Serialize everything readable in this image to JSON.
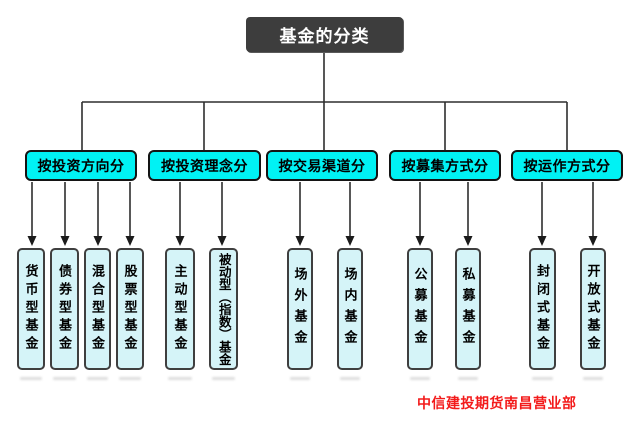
{
  "title": "基金的分类",
  "groups": [
    {
      "label": "按投资方向分",
      "leaves": [
        "货币型基金",
        "债券型基金",
        "混合型基金",
        "股票型基金"
      ]
    },
    {
      "label": "按投资理念分",
      "leaves": [
        "主动型基金",
        "被动型（指数）基金"
      ]
    },
    {
      "label": "按交易渠道分",
      "leaves": [
        "场外基金",
        "场内基金"
      ]
    },
    {
      "label": "按募集方式分",
      "leaves": [
        "公募基金",
        "私募基金"
      ]
    },
    {
      "label": "按运作方式分",
      "leaves": [
        "封闭式基金",
        "开放式基金"
      ]
    }
  ],
  "caption": {
    "text": "中信建投期货南昌营业部"
  },
  "colors": {
    "title_fill": "#3d3d3d",
    "title_text": "#ffffff",
    "category_fill": "#00f2f4",
    "leaf_fill": "#d5f4f8",
    "border": "#141414",
    "connector": "#2e2e2e",
    "caption_red": "#f31b1b"
  }
}
